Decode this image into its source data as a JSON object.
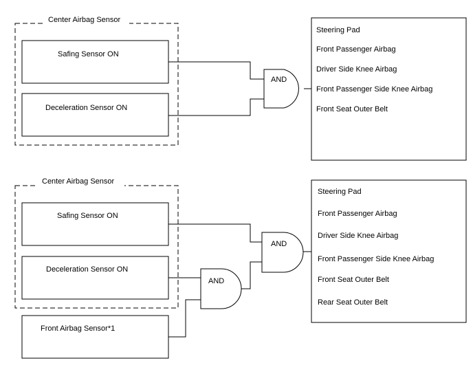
{
  "top": {
    "group_label": "Center Airbag Sensor",
    "safing_label": "Safing Sensor ON",
    "decel_label": "Deceleration Sensor ON",
    "gate_label": "AND",
    "outputs": [
      "Steering Pad",
      "Front Passenger Airbag",
      "Driver Side Knee Airbag",
      "Front Passenger Side Knee Airbag",
      "Front Seat Outer Belt"
    ]
  },
  "bottom": {
    "group_label": "Center Airbag Sensor",
    "safing_label": "Safing Sensor ON",
    "decel_label": "Deceleration Sensor ON",
    "front_sensor_label": "Front Airbag Sensor*1",
    "gate_main_label": "AND",
    "gate_inner_label": "AND",
    "outputs": [
      "Steering Pad",
      "Front Passenger Airbag",
      "Driver Side Knee Airbag",
      "Front Passenger Side Knee Airbag",
      "Front Seat Outer Belt",
      "Rear Seat Outer Belt"
    ]
  }
}
